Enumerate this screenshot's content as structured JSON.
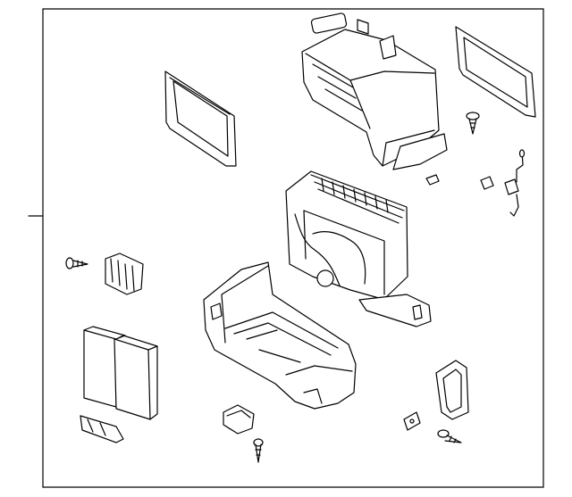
{
  "diagram": {
    "style": "exploded parts diagram, black line art on white",
    "colors": {
      "line": "#000000",
      "background": "#ffffff"
    },
    "parts": [
      {
        "id": "upper-case",
        "icon": "hvac-upper-case"
      },
      {
        "id": "filter-frame-left",
        "icon": "rectangular-frame"
      },
      {
        "id": "filter-frame-right",
        "icon": "rectangular-frame"
      },
      {
        "id": "evaporator-core",
        "icon": "evaporator-core"
      },
      {
        "id": "lower-case",
        "icon": "hvac-lower-case"
      },
      {
        "id": "cabin-filters",
        "icon": "filter-elements"
      },
      {
        "id": "servo-motor",
        "icon": "actuator-motor"
      },
      {
        "id": "resistor",
        "icon": "resistor-block"
      },
      {
        "id": "thermistor",
        "icon": "temperature-sensor"
      },
      {
        "id": "seal",
        "icon": "foam-seal"
      },
      {
        "id": "bracket",
        "icon": "bracket"
      },
      {
        "id": "clip",
        "icon": "clip"
      },
      {
        "id": "screws",
        "icon": "screw"
      },
      {
        "id": "lower-clip",
        "icon": "wire-clip"
      }
    ]
  }
}
